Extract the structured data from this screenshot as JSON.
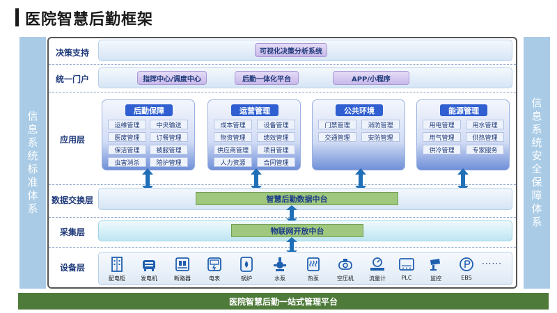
{
  "title": "医院智慧后勤框架",
  "left_side": [
    "信",
    "息",
    "系",
    "统",
    "标",
    "准",
    "体",
    "系"
  ],
  "right_side": [
    "信",
    "息",
    "系",
    "统",
    "安",
    "全",
    "保",
    "障",
    "体",
    "系"
  ],
  "layers": {
    "decision": "决策支持",
    "portal": "统一门户",
    "application": "应用层",
    "exchange": "数据交换层",
    "collect": "采集层",
    "device": "设备层"
  },
  "decision_item": "可视化决策分析系统",
  "portal_items": [
    "指挥中心/调度中心",
    "后勤一体化平台",
    "APP/小程序"
  ],
  "app_groups": [
    {
      "title": "后勤保障",
      "items": [
        "运维管理",
        "中央输送",
        "医废管理",
        "订餐管理",
        "保洁管理",
        "被服管理",
        "虫害消杀",
        "陪护管理"
      ]
    },
    {
      "title": "运营管理",
      "items": [
        "成本管理",
        "设备管理",
        "物资管理",
        "绩效管理",
        "供应商管理",
        "项目管理",
        "人力资源",
        "合同管理"
      ]
    },
    {
      "title": "公共环境",
      "items": [
        "门禁管理",
        "消防管理",
        "交通管理",
        "安防管理"
      ]
    },
    {
      "title": "能源管理",
      "items": [
        "用电管理",
        "用水管理",
        "用气管理",
        "供热管理",
        "供冷管理",
        "专家服务"
      ]
    }
  ],
  "exchange_platform": "智慧后勤数据中台",
  "collect_platform": "物联网开放中台",
  "devices": [
    {
      "label": "配电柜",
      "icon": "power-cabinet-icon"
    },
    {
      "label": "发电机",
      "icon": "generator-icon"
    },
    {
      "label": "断路器",
      "icon": "circuit-breaker-icon"
    },
    {
      "label": "电表",
      "icon": "electric-meter-icon"
    },
    {
      "label": "锅炉",
      "icon": "boiler-icon"
    },
    {
      "label": "水泵",
      "icon": "water-pump-icon"
    },
    {
      "label": "热泵",
      "icon": "heat-pump-icon"
    },
    {
      "label": "空压机",
      "icon": "air-compressor-icon"
    },
    {
      "label": "流量计",
      "icon": "flow-meter-icon"
    },
    {
      "label": "PLC",
      "icon": "plc-icon"
    },
    {
      "label": "监控",
      "icon": "camera-icon"
    },
    {
      "label": "EBS",
      "icon": "ebs-icon"
    }
  ],
  "more": "······",
  "footer": "医院智慧后勤一站式管理平台",
  "colors": {
    "accent": "#2f5fd0",
    "green": "#4f7b3a",
    "arrow": "#1f6fb8"
  }
}
